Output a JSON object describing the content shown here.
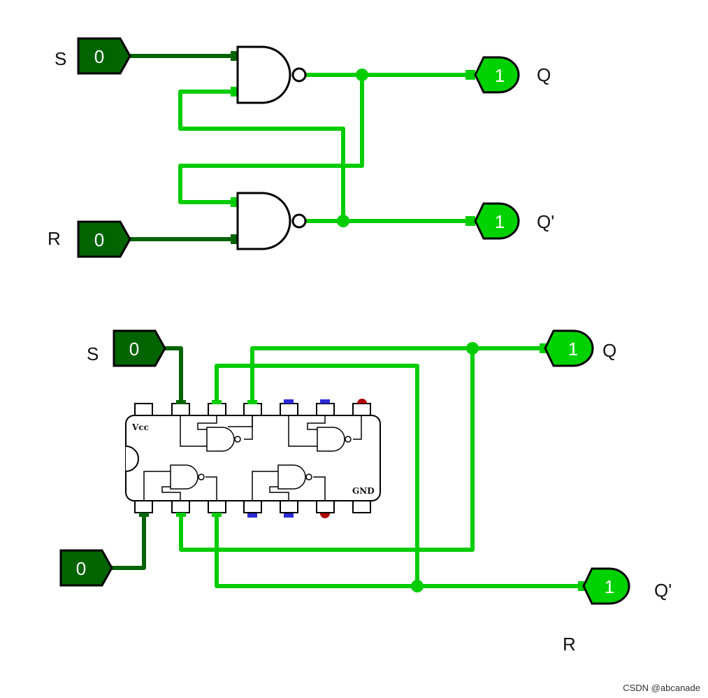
{
  "colors": {
    "wire_on": "#00cc00",
    "wire_off": "#006400",
    "input_off_fill": "#006400",
    "output_on_fill": "#00d100",
    "pin_blue": "#2a2ad6",
    "pin_red": "#b00000"
  },
  "top_circuit": {
    "input_s": {
      "label": "S",
      "value": "0"
    },
    "input_r": {
      "label": "R",
      "value": "0"
    },
    "output_q": {
      "label": "Q",
      "value": "1"
    },
    "output_qbar": {
      "label": "Q'",
      "value": "1"
    }
  },
  "bottom_circuit": {
    "input_s": {
      "label": "S",
      "value": "0"
    },
    "input_r": {
      "value": "0"
    },
    "output_q": {
      "label": "Q",
      "value": "1"
    },
    "output_qbar": {
      "label": "Q'",
      "value": "1"
    },
    "stray_label": "R",
    "chip": {
      "vcc_label": "Vcc",
      "gnd_label": "GND"
    }
  },
  "watermark": "CSDN @abcanade"
}
